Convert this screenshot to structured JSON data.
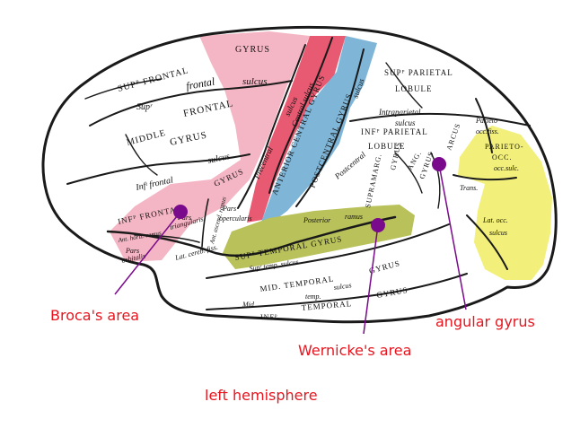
{
  "colors": {
    "callout_text": "#e8141e",
    "marker": "#7a0a8c",
    "pointer": "#7a0a8c",
    "motor_strip": "#e85a72",
    "frontal_pink": "#f4b6c4",
    "sensory_strip": "#7fb6d8",
    "temporal_olive": "#b9c15a",
    "occipital_yellow": "#f2f07a",
    "outline": "#1a1a1a"
  },
  "callouts": {
    "broca": "Broca's area",
    "wernicke": "Wernicke's area",
    "angular": "angular gyrus",
    "caption": "left hemisphere"
  },
  "labels": {
    "supr_frontal_gyrus": "SUPᴾ FRONTAL",
    "gyrus_top": "GYRUS",
    "supr_frontal_sulcus_a": "Supʳ",
    "supr_frontal_sulcus_b": "frontal",
    "supr_frontal_sulcus_c": "sulcus",
    "middle_frontal_a": "MIDDLE",
    "middle_frontal_b": "FRONTAL",
    "middle_frontal_c": "GYRUS",
    "inf_frontal_sulcus_a": "Infᵗ frontal",
    "inf_frontal_sulcus_b": "sulcus",
    "inf_frontal": "INFᴾ FRONTAL",
    "gyrus_mid": "GYRUS",
    "precentral_sulcus": "Precentral",
    "precentral_sulcus_b": "sulcus",
    "anterior_central_gyrus": "ANTERIOR CENTRAL GYRUS",
    "central_sulcus": "Central sulcus",
    "posterior_central_gyrus": "POSTCENTRAL GYRUS",
    "postcentral_sulcus_top": "sulcus",
    "supr_parietal_a": "SUPᴾ PARIETAL",
    "supr_parietal_b": "LOBULE",
    "intraparietal_a": "Intraparietal",
    "intraparietal_b": "sulcus",
    "inf_parietal_a": "INFᴾ PARIETAL",
    "inf_parietal_b": "LOBULE",
    "postcentral_lower": "Postcentral",
    "supramarg_a": "SUPRAMARG.",
    "supramarg_b": "GYRUS",
    "ang_gyrus": "ANG.",
    "ang_gyrus_b": "GYRUS",
    "arcus": "ARCUS",
    "parieto_occ_fiss_a": "Parieto",
    "parieto_occ_fiss_b": "occ.fiss.",
    "parieto_occ_a": "PARIETO-",
    "parieto_occ_b": "OCC.",
    "trans_occ_sulc": "Trans.",
    "trans_occ_sulc_b": "occ.sulc.",
    "lat_occ_a": "Lat. occ.",
    "lat_occ_b": "sulcus",
    "pars_triangularis_a": "Pars",
    "pars_triangularis_b": "triangularis",
    "pars_opercularis_a": "Pars",
    "pars_opercularis_b": "opercularis",
    "ant_horiz_ramus": "Ant. horiz. ramus",
    "pars_orbitalis_a": "Pars",
    "pars_orbitalis_b": "orbitalis",
    "ant_ascending_ramus": "Ant. ascend. ramus",
    "lat_cereb_fiss": "Lat. cereb. fiss.",
    "posterior_ramus_a": "Posterior",
    "posterior_ramus_b": "ramus",
    "supr_temporal_gyrus": "SUPᴾ TEMPORAL GYRUS",
    "supr_temp_sulcus": "Supʳ temp. sulcus",
    "mid_temporal_gyrus_a": "MID. TEMPORAL",
    "mid_temporal_gyrus_b": "GYRUS",
    "mid_temp_sulcus_a": "Mid",
    "mid_temp_sulcus_b": "temp.",
    "mid_temp_sulcus_c": "sulcus",
    "inf_temporal_gyrus_a": "INFᴾ",
    "inf_temporal_gyrus_b": "TEMPORAL",
    "inf_temporal_gyrus_c": "GYRUS"
  }
}
